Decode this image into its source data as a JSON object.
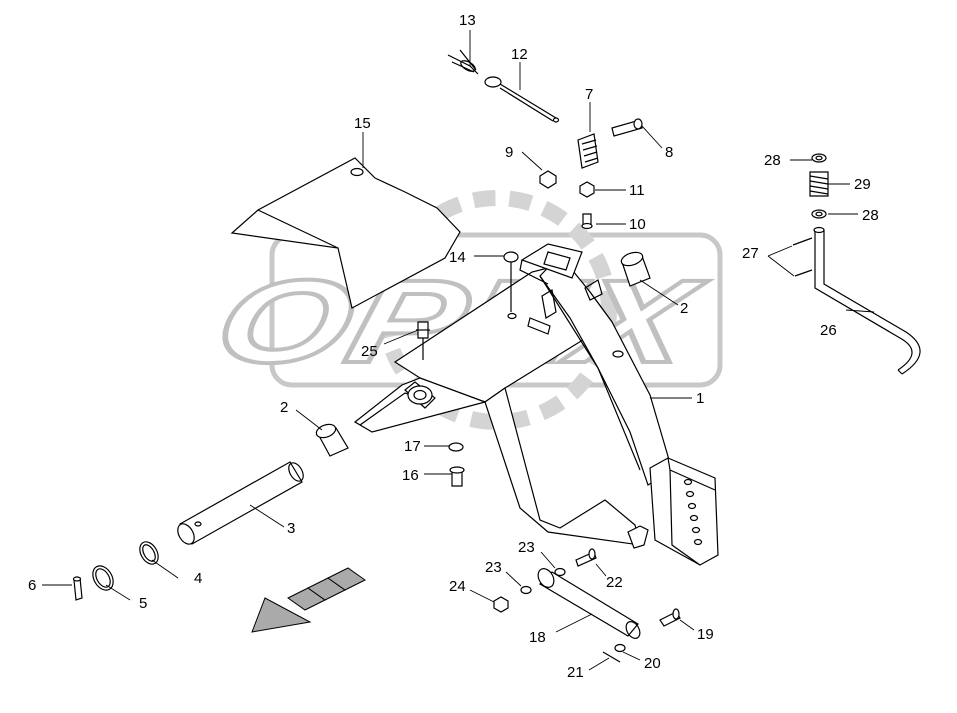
{
  "watermark": {
    "text": "OPEX",
    "color": "#c8c8c8"
  },
  "colors": {
    "line": "#000000",
    "background": "#ffffff",
    "hatch": "#888888"
  },
  "callouts": {
    "c1": "1",
    "c2a": "2",
    "c2b": "2",
    "c3": "3",
    "c4": "4",
    "c5": "5",
    "c6": "6",
    "c7": "7",
    "c8": "8",
    "c9": "9",
    "c10": "10",
    "c11": "11",
    "c12": "12",
    "c13": "13",
    "c14": "14",
    "c15": "15",
    "c16": "16",
    "c17": "17",
    "c18": "18",
    "c19": "19",
    "c20": "20",
    "c21": "21",
    "c22": "22",
    "c23a": "23",
    "c23b": "23",
    "c24": "24",
    "c25": "25",
    "c26": "26",
    "c27": "27",
    "c28a": "28",
    "c28b": "28",
    "c29": "29"
  }
}
